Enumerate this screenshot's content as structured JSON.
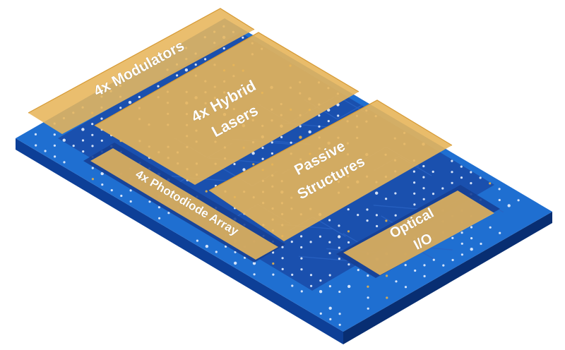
{
  "blocks": {
    "modulators": {
      "label": "4x Modulators"
    },
    "hybrid_lasers": {
      "line1": "4x Hybrid",
      "line2": "Lasers"
    },
    "photodiode_array": {
      "label": "4x Photodiode Array"
    },
    "passive_structures": {
      "line1": "Passive",
      "line2": "Structures"
    },
    "optical_io": {
      "line1": "Optical",
      "line2": "I/O"
    }
  },
  "colors": {
    "chip_top": "#1f6fd1",
    "chip_side": "#0d3f97",
    "chip_side_dark": "#082e72",
    "inner_region": "#1a4ba8",
    "block_fill": "#e7b55a",
    "block_edge": "#d69a35",
    "label": "#ffffff",
    "via": "#e8f1ff",
    "gold_dot": "#e3b14b"
  }
}
